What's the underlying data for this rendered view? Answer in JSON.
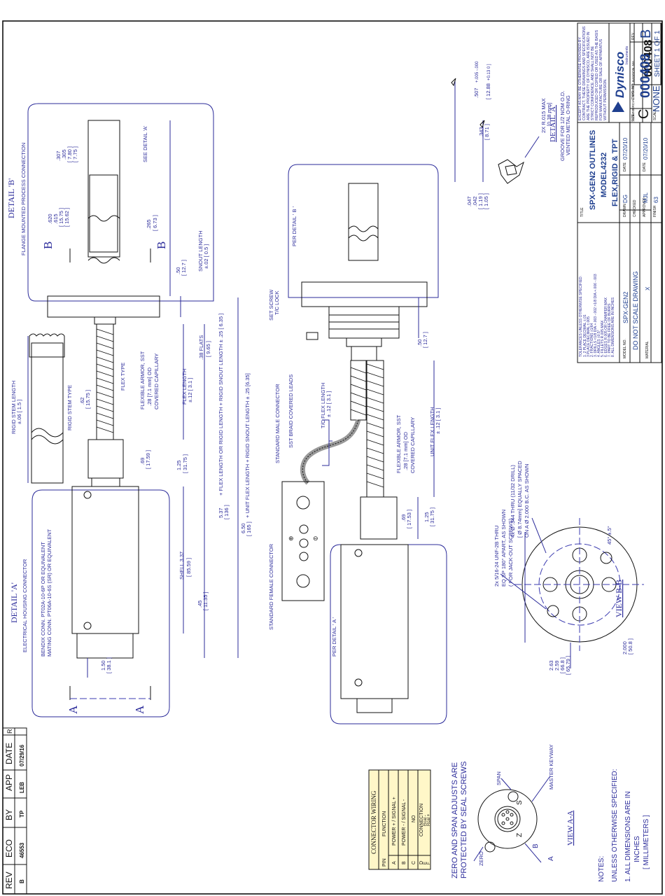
{
  "drawing": {
    "number": "000408",
    "title": "SPX-GEN2 OUTLINES",
    "model_label": "MODEL4232",
    "subtitle": "FLEX,RIGID & TPT",
    "revision": "B",
    "size": "C",
    "scale": "NONE",
    "sheet": "SHEET 1 OF 1"
  },
  "title_block": {
    "title_hdr": "TITLE",
    "drawn_hdr": "DRAWN",
    "drawn_by": "DG",
    "drawn_date_hdr": "DATE",
    "drawn_date": "07/20/10",
    "checked_hdr": "CHECKED",
    "approved_hdr": "APPROVED",
    "approved_by": "MJL",
    "approved_date_hdr": "DATE",
    "approved_date": "07/20/10",
    "finish_hdr": "FINISH",
    "finish": "63",
    "model_no_hdr": "MODEL NO.",
    "model_no": "SPX-GEN2",
    "dont_scale": "DO NOT SCALE DRAWING",
    "material_hdr": "MATERIAL",
    "material": "X",
    "size_hdr": "SIZE",
    "dwg_no_hdr": "DWG. NO.",
    "rev_hdr": "REV",
    "scale_hdr": "SCALE",
    "company": "Dynisco",
    "company_sub": "Instruments",
    "address": "COMMERCIAL STREET, HANSON, MA",
    "proprietary": [
      "EXCEPT AS MAY BE OTHERWISE PROVIDED BY",
      "CONTRACT, THESE DRAWINGS AND SPECIFICATIONS",
      "ARE THE PROPERTY OF DYNISCO, ARE ISSUED IN",
      "STRICT CONFIDENCE, AND SHALL NOT BE",
      "REPRODUCED OR COPIED OR USED AS THE BASIS",
      "FOR MANUFACTURE OR SALE OF APPARATUS",
      "WITHOUT PERMISSION."
    ],
    "tolerances": [
      "TOLERANCES UNLESS OTHERWISE SPECIFIED:",
      "1. 2 PLACE DECIMAL ±.01",
      "   3 PLACE DECIMAL ±.005",
      "2. FRACTIONS ±1/64",
      "3. DRILLS <1/8 DIA.+.003 -.002  >1/8 DIA.+.006 -.003",
      "4. ANGLES ±0.5°",
      "5. FILLETS R.005 MAX",
      "6. EDGES R.005 OR CHAMFER MAX",
      "7. PART TO BE FREE OF BURRS",
      "8. ALL DIMENSIONS ARE IN INCHES"
    ]
  },
  "revision_block": {
    "headers": [
      "REV",
      "ECO",
      "BY",
      "APP",
      "DATE",
      "R"
    ],
    "row": [
      "B",
      "46553",
      "TP",
      "LEB",
      "07/29/16"
    ]
  },
  "notes": {
    "heading": "NOTES:",
    "line1": "UNLESS OTHERWISE SPECIFIED:",
    "line2": "1. ALL DIMENSIONS ARE IN",
    "line3": "INCHES",
    "line4": "[ MILLIMETERS ]"
  },
  "zero_span_note": [
    "ZERO AND SPAN ADJUSTS ARE",
    "PROTECTED BY SEAL SCREWS"
  ],
  "connector_wiring": {
    "title": "CONNECTOR WIRING",
    "headers": [
      "PIN",
      "FUNCTION"
    ],
    "rows": [
      [
        "A",
        "POWER + / SIGNAL +"
      ],
      [
        "B",
        "POWER - / SIGNAL -"
      ],
      [
        "C",
        "NO"
      ],
      [
        "D",
        "CONNECTION"
      ],
      [
        "E",
        "Rcal -"
      ],
      [
        "F",
        "Rcal +"
      ]
    ]
  },
  "view_aa": {
    "title": "VIEW A-A",
    "zero": "ZERO",
    "span": "SPAN",
    "keyway": "MASTER KEYWAY",
    "pin_a": "A",
    "pin_b": "B",
    "s": "S",
    "z": "Z"
  },
  "detail_a_view": {
    "title": "DETAIL 'A'",
    "subtitle": "ELECTRICAL HOUSING CONNECTOR",
    "bendix1": "BENDIX CONN. PT02A-10-6P OR EQUIVALENT",
    "bendix2": "MATING CONN. PT06A-10-6S (SR) OR EQUIVALENT",
    "section_a": "A"
  },
  "detail_b_view": {
    "title": "DETAIL 'B'",
    "subtitle": "FLANGE MOUNTED PROCESS CONNECTION",
    "see_detail": "SEE DETAIL 'A'",
    "section_b": "B"
  },
  "dims": {
    "d307": ".307",
    "d305": ".305",
    "d780": "[ 7.80 ]",
    "d775": "[ 7.75 ]",
    "d620": ".620",
    "d615": ".615",
    "d1575": "[ 15.75 ]",
    "d1562": "[ 15.62 ]",
    "d265": ".265",
    "d673": "[ 6.73 ]",
    "snout": "SNOUT LENGTH",
    "snout_tol": "±.02 [ 0.5 ]",
    "d50a": ".50",
    "d127a": "[ 12.7 ]",
    "rigid_stem_len": "RIGID STEM LENGTH",
    "rigid_stem_tol": "±.06 [ 1.5 ]",
    "rigid_stem_type": "RIGID STEM TYPE",
    "d62": ".62",
    "d1575b": "[ 15.75 ]",
    "flex_type": "FLEX TYPE",
    "flex_armor1": "FLEXIBLE ARMOR, SST",
    "flex_armor2": ".28 [7.1 mm] OD",
    "flex_armor3": "COVERED CAPILLARY",
    "flex_len": "FLEX LENGTH",
    "flex_tol": "±.12 [ 3.1 ]",
    "flats": ".38 FLATS",
    "flats_mm": "[ 9.65 ]",
    "d69": ".69",
    "d1759": "[ 17.59 ]",
    "d125": "1.25",
    "d3175": "[ 31.75 ]",
    "shell": "SHELL 3.37",
    "shell_mm": "[ 85.59 ]",
    "d45": ".45",
    "d1135": "[ 11.35 ]",
    "d150": "1.50",
    "d381": "[ 38.1 ]",
    "d537": "5.37",
    "d136": "[ 136 ]",
    "flex_rigid_total": "+ FLEX LENGTH OR RIGID LENGTH + RIGID SNOUT LENGTH  ± .25 [ 6.35 ]",
    "d650": "6.50",
    "d165": "[ 165 ]",
    "unit_total": "+ UNIT FLEX LENGTH + RIGID SNOUT LENGTH  ± .25 [6.35]"
  },
  "tpt_view": {
    "per_detail_b": "PER DETAIL ' B '",
    "per_detail_a": "PER DETAIL ' A '",
    "set_screw": "SET SCREW",
    "tc_lock": "T/C LOCK",
    "d50": ".50",
    "d127": "[ 12.7 ]",
    "std_male": "STANDARD MALE CONNECTOR",
    "sst_braid": "SST BRAID COVERED LEADS",
    "tc_flex": "T/C FLEX LENGTH",
    "tc_flex_tol": "± .12 [ 3.1 ]",
    "flex_armor1": "FLEXIBLE ARMOR, SST",
    "flex_armor2": ".28 [7.1 mm] OD",
    "flex_armor3": "COVERED CAPILLARY",
    "unit_flex": "UNIT FLEX LENGTH",
    "unit_flex_tol": "± .12 [ 3.1 ]",
    "std_female": "STANDARD FEMALE CONNECTOR",
    "d69": ".69",
    "d1753": "[ 17.53 ]",
    "d125": "1.25",
    "d3175": "[ 31.75 ]",
    "plus": "⊕",
    "minus": "⊖"
  },
  "view_bb": {
    "title": "VIEW B-B",
    "holes1": "4x Ø .344 THRU (11/32 DRILL)",
    "holes2": "[ Ø 8.74mm] EQUALLY SPACED",
    "holes3": "ON A Ø 2.000 B.C. AS SHOWN",
    "thread1": "2x 5/16-24 UNF-2B THRU",
    "thread2": "EQ SP 180° APART, AS SHOWN",
    "thread3": "( FOR JACK-OUT SCREWS)",
    "angle": "45° ±.5°",
    "d263": "2.63",
    "d259": "2.59",
    "d668": "[ 66.8 ]",
    "d6579": "[ 65.79 ]",
    "d2000": "2.000",
    "d508": "[ 50.8 ]"
  },
  "groove_detail": {
    "title": "DETAIL 'A'",
    "caption1": "GROOVE FOR 1/2 NOM O.D.",
    "caption2": "VENTED METAL O-RING",
    "radius": "2X R.015 MAX",
    "radius_mm": "[0.38 mm]",
    "d507": ".507",
    "d507_tol": "+.005 -.000",
    "d1288": "[ 12.88 ",
    "d1288_tol": "+0.13 0 ]",
    "d343": ".343",
    "d871": "[ 8.71 ]",
    "d047": ".047",
    "d042": ".042",
    "d119": "[ 1.19 ]",
    "d105": "[ 1.05 ]"
  }
}
